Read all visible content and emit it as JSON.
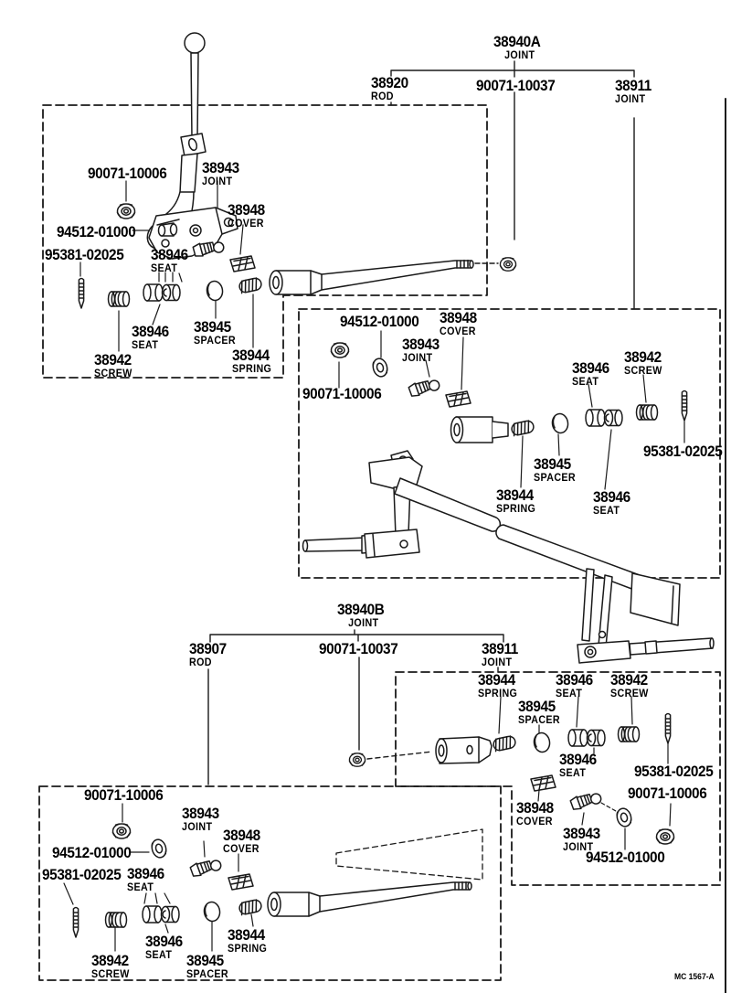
{
  "colors": {
    "line": "#1a1a1a",
    "background": "#ffffff"
  },
  "footer": {
    "code": "MC 1567-A"
  },
  "labels": [
    {
      "number": "38940A",
      "name": "JOINT"
    },
    {
      "number": "38920",
      "name": "ROD"
    },
    {
      "number": "90071-10037",
      "name": ""
    },
    {
      "number": "38911",
      "name": "JOINT"
    },
    {
      "number": "90071-10006",
      "name": ""
    },
    {
      "number": "38943",
      "name": "JOINT"
    },
    {
      "number": "94512-01000",
      "name": ""
    },
    {
      "number": "38948",
      "name": "COVER"
    },
    {
      "number": "95381-02025",
      "name": ""
    },
    {
      "number": "38946",
      "name": "SEAT"
    },
    {
      "number": "38946",
      "name": "SEAT"
    },
    {
      "number": "38945",
      "name": "SPACER"
    },
    {
      "number": "38942",
      "name": "SCREW"
    },
    {
      "number": "38944",
      "name": "SPRING"
    },
    {
      "number": "94512-01000",
      "name": ""
    },
    {
      "number": "38948",
      "name": "COVER"
    },
    {
      "number": "38943",
      "name": "JOINT"
    },
    {
      "number": "90071-10006",
      "name": ""
    },
    {
      "number": "38946",
      "name": "SEAT"
    },
    {
      "number": "38942",
      "name": "SCREW"
    },
    {
      "number": "95381-02025",
      "name": ""
    },
    {
      "number": "38945",
      "name": "SPACER"
    },
    {
      "number": "38944",
      "name": "SPRING"
    },
    {
      "number": "38946",
      "name": "SEAT"
    },
    {
      "number": "38940B",
      "name": "JOINT"
    },
    {
      "number": "38907",
      "name": "ROD"
    },
    {
      "number": "90071-10037",
      "name": ""
    },
    {
      "number": "38911",
      "name": "JOINT"
    },
    {
      "number": "38944",
      "name": "SPRING"
    },
    {
      "number": "38946",
      "name": "SEAT"
    },
    {
      "number": "38942",
      "name": "SCREW"
    },
    {
      "number": "38945",
      "name": "SPACER"
    },
    {
      "number": "38946",
      "name": "SEAT"
    },
    {
      "number": "95381-02025",
      "name": ""
    },
    {
      "number": "90071-10006",
      "name": ""
    },
    {
      "number": "38948",
      "name": "COVER"
    },
    {
      "number": "38943",
      "name": "JOINT"
    },
    {
      "number": "94512-01000",
      "name": ""
    },
    {
      "number": "90071-10006",
      "name": ""
    },
    {
      "number": "38943",
      "name": "JOINT"
    },
    {
      "number": "94512-01000",
      "name": ""
    },
    {
      "number": "38948",
      "name": "COVER"
    },
    {
      "number": "95381-02025",
      "name": ""
    },
    {
      "number": "38946",
      "name": "SEAT"
    },
    {
      "number": "38946",
      "name": "SEAT"
    },
    {
      "number": "38942",
      "name": "SCREW"
    },
    {
      "number": "38945",
      "name": "SPACER"
    },
    {
      "number": "38944",
      "name": "SPRING"
    }
  ]
}
